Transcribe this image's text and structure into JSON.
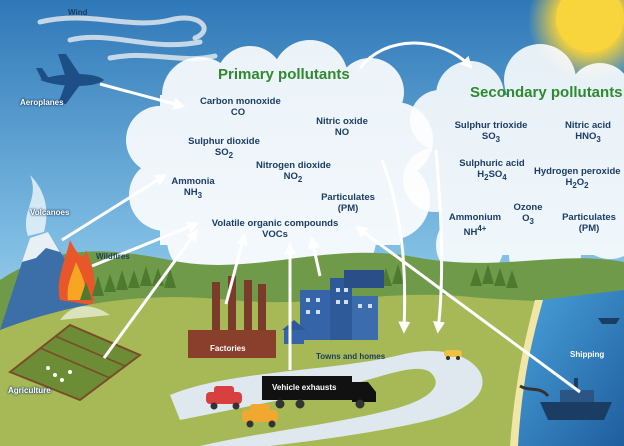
{
  "headings": {
    "primary": "Primary pollutants",
    "secondary": "Secondary pollutants"
  },
  "primary_pollutants": [
    {
      "name": "Carbon monoxide",
      "formula": "CO"
    },
    {
      "name": "Nitric oxide",
      "formula": "NO"
    },
    {
      "name": "Sulphur dioxide",
      "formula_base": "SO",
      "formula_sub": "2"
    },
    {
      "name": "Nitrogen dioxide",
      "formula_base": "NO",
      "formula_sub": "2"
    },
    {
      "name": "Ammonia",
      "formula_base": "NH",
      "formula_sub": "3"
    },
    {
      "name": "Particulates",
      "formula": "(PM)"
    },
    {
      "name": "Volatile organic compounds",
      "formula": "VOCs"
    }
  ],
  "secondary_pollutants": [
    {
      "name": "Sulphur trioxide",
      "formula_base": "SO",
      "formula_sub": "3"
    },
    {
      "name": "Nitric acid",
      "formula_base": "HNO",
      "formula_sub": "3"
    },
    {
      "name": "Sulphuric acid",
      "formula_a": "H",
      "sub_a": "2",
      "formula_b": "SO",
      "sub_b": "4"
    },
    {
      "name": "Hydrogen peroxide",
      "formula_a": "H",
      "sub_a": "2",
      "formula_b": "O",
      "sub_b": "2"
    },
    {
      "name": "Ozone",
      "formula_base": "O",
      "formula_sub": "3"
    },
    {
      "name": "Ammonium",
      "formula_base": "NH",
      "formula_sup": "4+"
    },
    {
      "name": "Particulates",
      "formula": "(PM)"
    }
  ],
  "sources": {
    "wind": "Wind",
    "aeroplanes": "Aeroplanes",
    "volcanoes": "Volcanoes",
    "wildfires": "Wildfires",
    "agriculture": "Agriculture",
    "factories": "Factories",
    "towns": "Towns and homes",
    "vehicles": "Vehicle exhausts",
    "shipping": "Shipping"
  },
  "colors": {
    "sky_top": "#2f78b8",
    "sky_bottom": "#bfe0f2",
    "text_dark": "#1b3d63",
    "heading_green": "#2e8a2e",
    "sun": "#f7d23a",
    "grass": "#a7b957",
    "sea": "#2a7bbf"
  }
}
